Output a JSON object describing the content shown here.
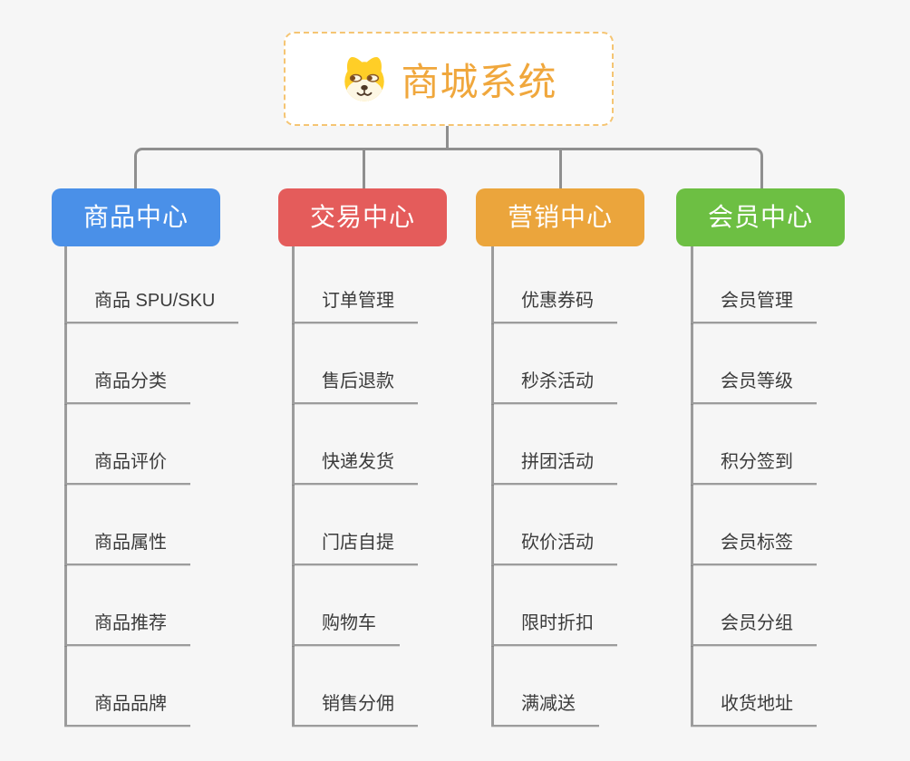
{
  "root": {
    "title": "商城系统",
    "icon": "shiba-dog-icon",
    "title_color": "#F0A73C",
    "border_color": "#F5C573"
  },
  "branches": [
    {
      "label": "商品中心",
      "color": "#4A90E8",
      "children": [
        "商品 SPU/SKU",
        "商品分类",
        "商品评价",
        "商品属性",
        "商品推荐",
        "商品品牌"
      ]
    },
    {
      "label": "交易中心",
      "color": "#E45C5B",
      "children": [
        "订单管理",
        "售后退款",
        "快递发货",
        "门店自提",
        "购物车",
        "销售分佣"
      ]
    },
    {
      "label": "营销中心",
      "color": "#EBA53C",
      "children": [
        "优惠券码",
        "秒杀活动",
        "拼团活动",
        "砍价活动",
        "限时折扣",
        "满减送"
      ]
    },
    {
      "label": "会员中心",
      "color": "#6DBF43",
      "children": [
        "会员管理",
        "会员等级",
        "积分签到",
        "会员标签",
        "会员分组",
        "收货地址"
      ]
    }
  ],
  "style": {
    "background": "#F6F6F6",
    "connector_color": "#8F8F8F",
    "line_color": "#9C9C9C",
    "item_text_color": "#3B3B3B",
    "node_text_color": "#FFFFFF"
  }
}
